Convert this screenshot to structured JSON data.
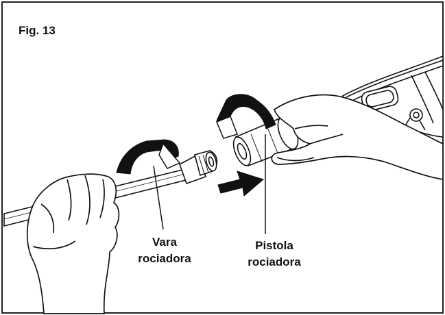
{
  "figure": {
    "title": "Fig. 13",
    "labels": {
      "wand": [
        "Vara",
        "rociadora"
      ],
      "gun": [
        "Pistola",
        "rociadora"
      ]
    }
  },
  "icons": {
    "rotate_left": "curved-rotation-arrow-icon",
    "rotate_right": "curved-rotation-arrow-icon",
    "push": "push-arrow-icon"
  },
  "colors": {
    "line": "#111111",
    "fill": "#ffffff",
    "frame": "#222222"
  }
}
